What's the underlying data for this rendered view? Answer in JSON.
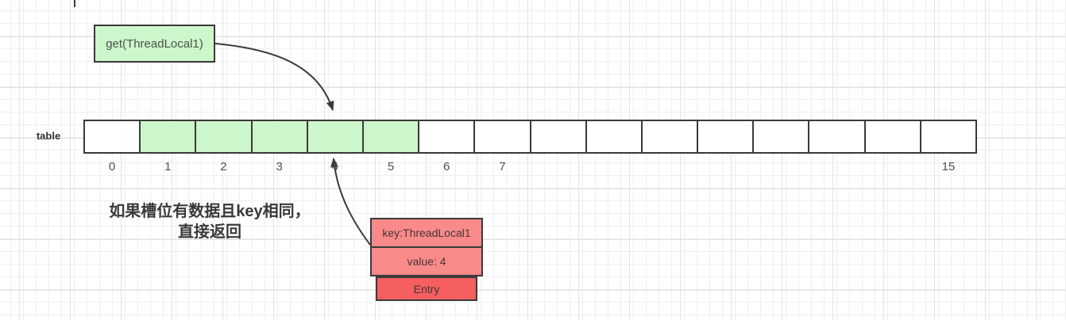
{
  "colors": {
    "stroke": "#3a3a3a",
    "shape_green": "#ccf6cb",
    "entry_pink": "#f88a8a",
    "entry_red": "#f55f5f"
  },
  "get_box": {
    "label": "get(ThreadLocal1)"
  },
  "table": {
    "label": "table",
    "cells": [
      {
        "index": "0",
        "highlighted": false
      },
      {
        "index": "1",
        "highlighted": true
      },
      {
        "index": "2",
        "highlighted": true
      },
      {
        "index": "3",
        "highlighted": true
      },
      {
        "index": "4",
        "highlighted": true
      },
      {
        "index": "5",
        "highlighted": true
      },
      {
        "index": "6",
        "highlighted": false
      },
      {
        "index": "7",
        "highlighted": false
      },
      {
        "index": "",
        "highlighted": false
      },
      {
        "index": "",
        "highlighted": false
      },
      {
        "index": "",
        "highlighted": false
      },
      {
        "index": "",
        "highlighted": false
      },
      {
        "index": "",
        "highlighted": false
      },
      {
        "index": "",
        "highlighted": false
      },
      {
        "index": "",
        "highlighted": false
      },
      {
        "index": "15",
        "highlighted": false
      }
    ]
  },
  "annotation": {
    "line1": "如果槽位有数据且key相同，",
    "line2": "直接返回"
  },
  "entry_stack": {
    "key_label": "key:ThreadLocal1",
    "value_label": "value: 4",
    "title_label": "Entry"
  }
}
